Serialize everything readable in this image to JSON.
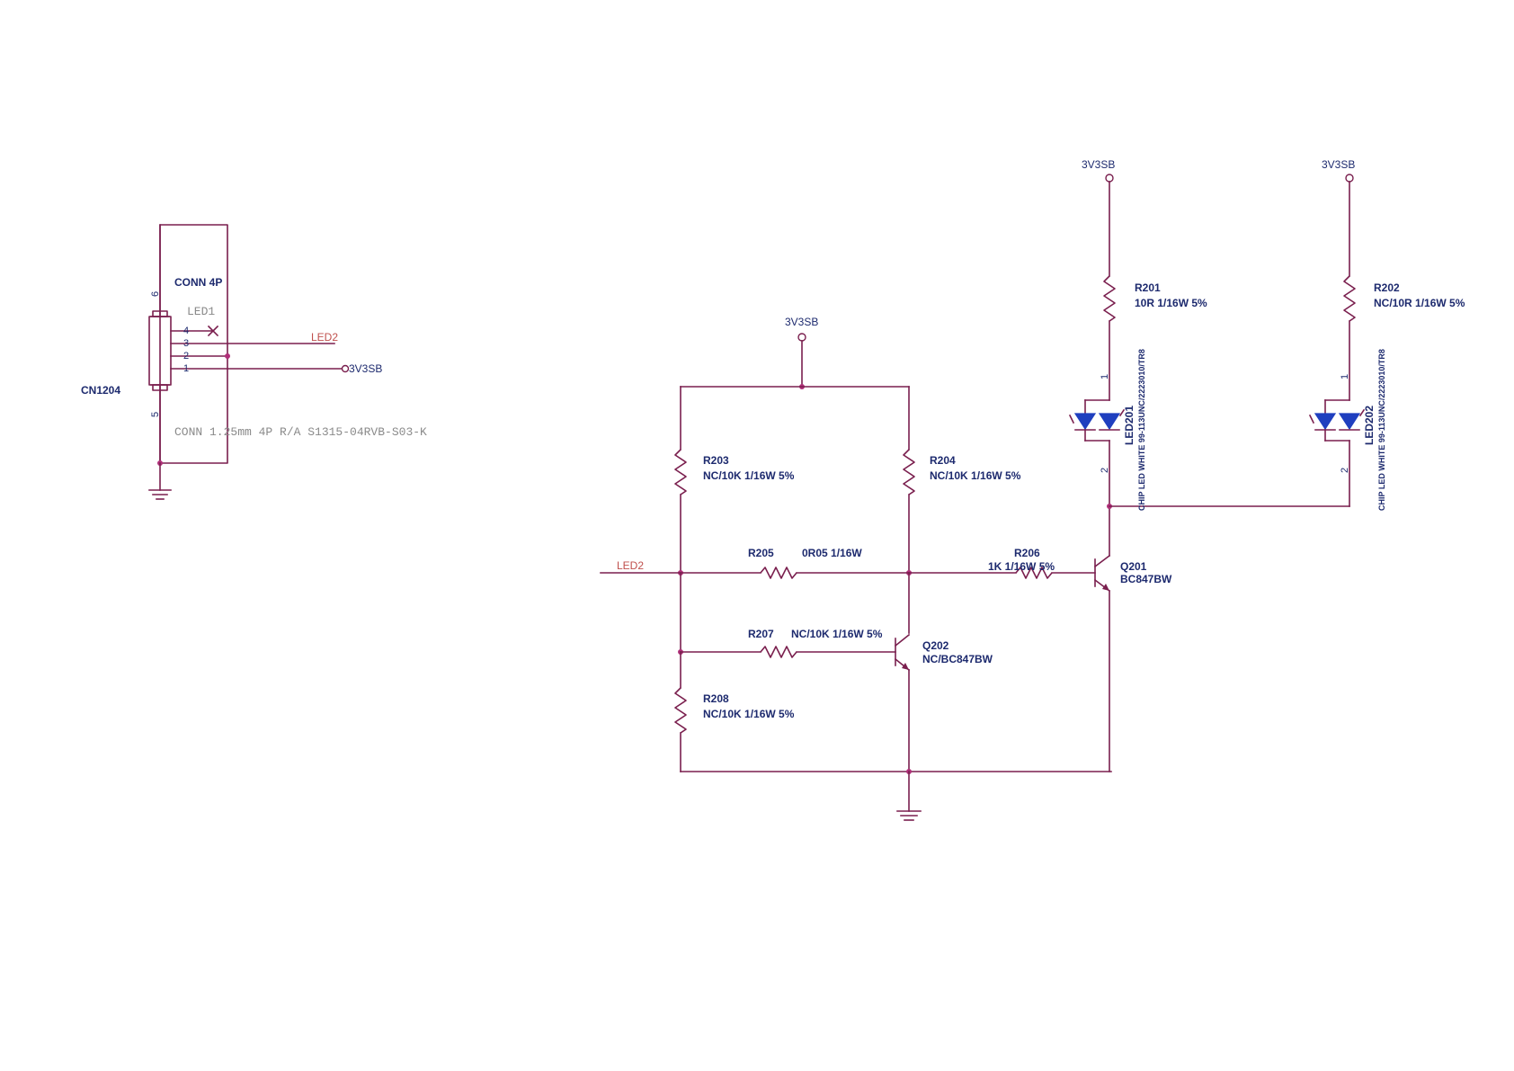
{
  "connector": {
    "ref": "CN1204",
    "type": "CONN 4P",
    "pin_labels": [
      "6",
      "4",
      "3",
      "2",
      "1",
      "5"
    ],
    "led1_label": "LED1",
    "part": "CONN 1.25mm 4P R/A S1315-04RVB-S03-K"
  },
  "nets": {
    "led2": "LED2",
    "pwr": "3V3SB"
  },
  "resistors": {
    "r201": {
      "ref": "R201",
      "value": "10R 1/16W 5%"
    },
    "r202": {
      "ref": "R202",
      "value": "NC/10R 1/16W 5%"
    },
    "r203": {
      "ref": "R203",
      "value": "NC/10K 1/16W 5%"
    },
    "r204": {
      "ref": "R204",
      "value": "NC/10K 1/16W 5%"
    },
    "r205": {
      "ref": "R205",
      "value": "0R05 1/16W"
    },
    "r206": {
      "ref": "R206",
      "value": "1K 1/16W 5%"
    },
    "r207": {
      "ref": "R207",
      "value": "NC/10K 1/16W 5%"
    },
    "r208": {
      "ref": "R208",
      "value": "NC/10K 1/16W 5%"
    }
  },
  "transistors": {
    "q201": {
      "ref": "Q201",
      "part": "BC847BW"
    },
    "q202": {
      "ref": "Q202",
      "part": "NC/BC847BW"
    }
  },
  "leds": {
    "led201": {
      "ref": "LED201",
      "part": "CHIP LED WHITE 99-113UNC/2223010/TR8",
      "pin1": "1",
      "pin2": "2"
    },
    "led202": {
      "ref": "LED202",
      "part": "CHIP LED WHITE 99-113UNC/2223010/TR8",
      "pin1": "1",
      "pin2": "2"
    }
  },
  "colors": {
    "wire": "#7a1f4e",
    "label": "#1d2a6e",
    "net_label": "#c0504d",
    "led_fill": "#1f3fbf"
  }
}
